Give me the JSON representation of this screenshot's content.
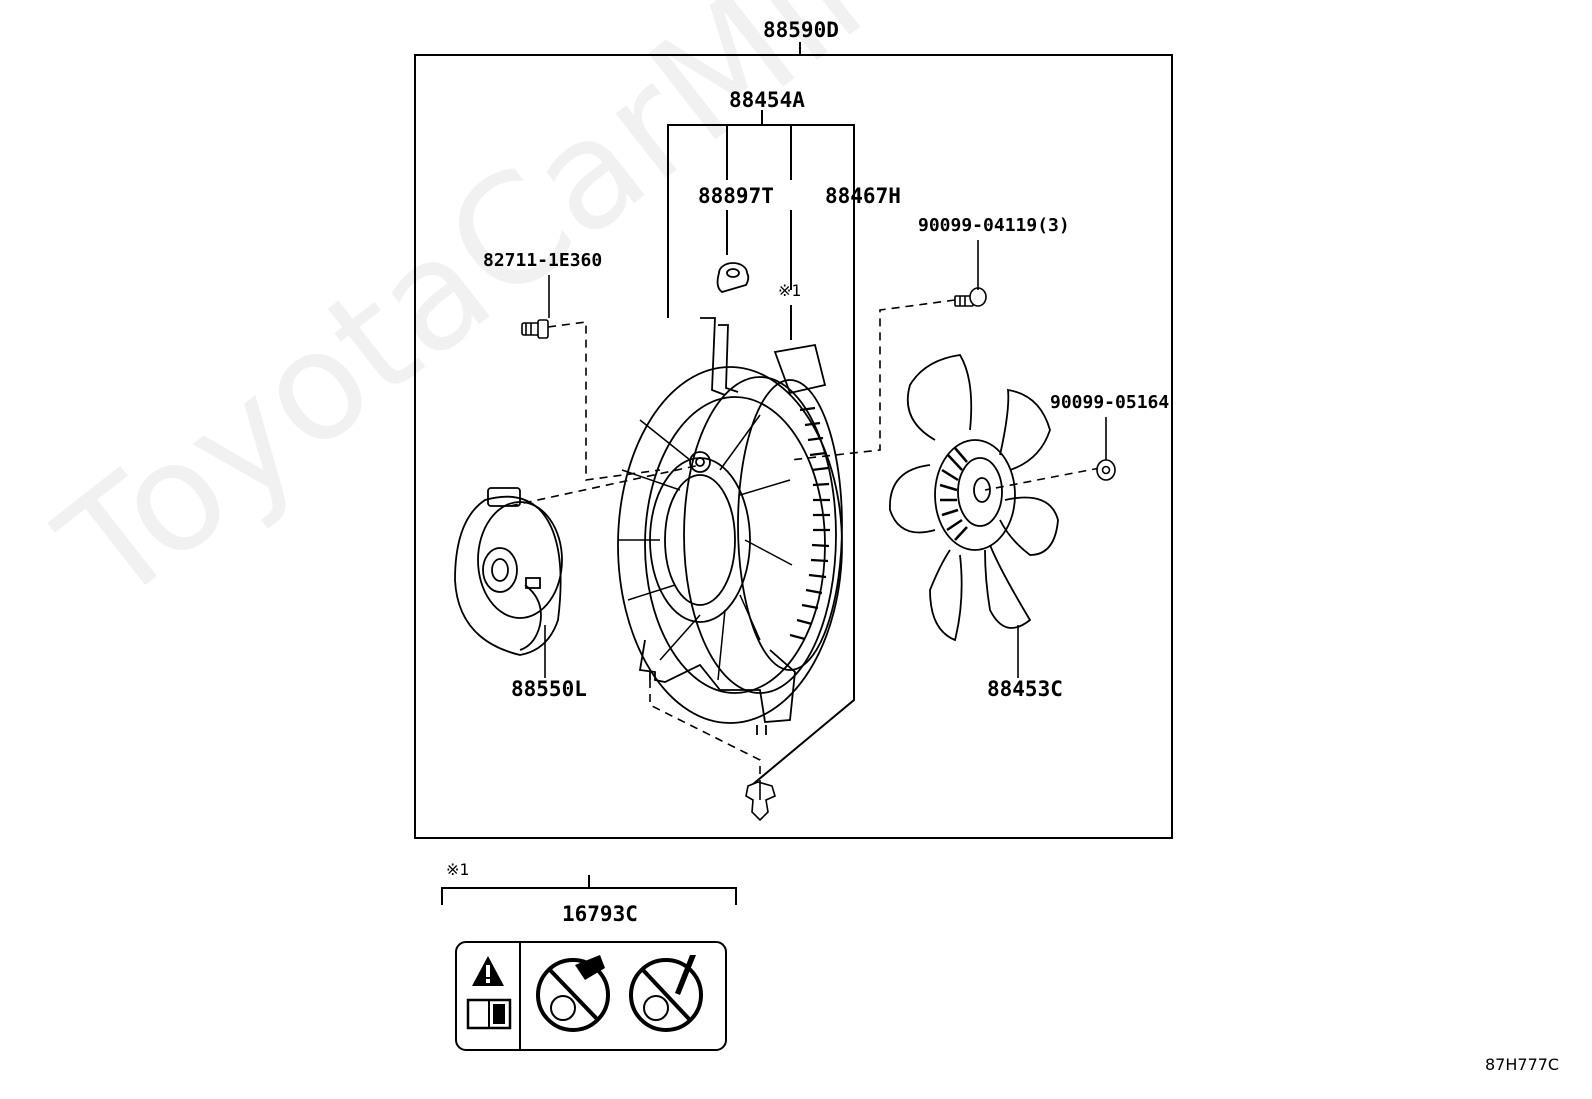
{
  "watermark": "ToyotaCarMine.ru",
  "assembly": {
    "part_no": "88590D",
    "shroud_group": "88454A",
    "sub_parts": [
      "88897T",
      "88467H"
    ],
    "note_marker": "※1"
  },
  "parts": {
    "sensor": "82711-1E360",
    "bolt": "90099-04119(3)",
    "nut": "90099-05164",
    "motor": "88550L",
    "fan": "88453C"
  },
  "label_group": {
    "note_marker": "※1",
    "part_no": "16793C"
  },
  "diagram_id": "87H777C",
  "colors": {
    "line": "#000000",
    "background": "#ffffff"
  }
}
